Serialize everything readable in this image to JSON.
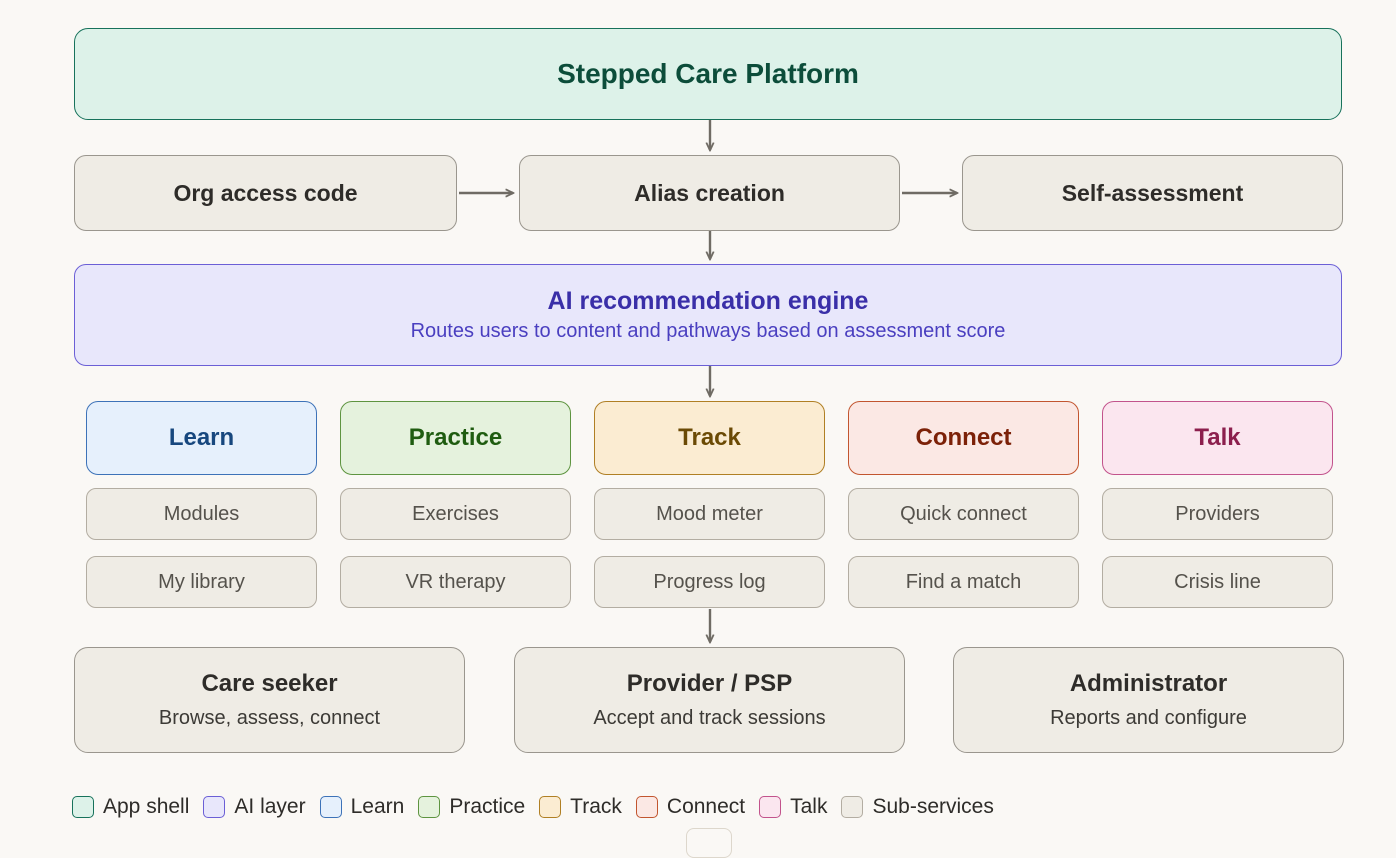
{
  "background": "#faf8f5",
  "app_shell": {
    "label": "Stepped Care Platform",
    "color": "#ddf2e9",
    "border": "#17725b",
    "text": "#0c4d3a"
  },
  "flow": [
    {
      "label": "Org access code"
    },
    {
      "label": "Alias creation"
    },
    {
      "label": "Self-assessment"
    }
  ],
  "ai_engine": {
    "title": "AI recommendation engine",
    "subtitle": "Routes users to content and pathways based on assessment score",
    "color": "#e8e7fb",
    "border": "#6b5fd6",
    "text": "#3a2fa8"
  },
  "categories": [
    {
      "label": "Learn",
      "color": "#e6f0fc",
      "border": "#3d72b8",
      "text": "#17477e",
      "services": [
        "Modules",
        "My library"
      ]
    },
    {
      "label": "Practice",
      "color": "#e5f2dd",
      "border": "#5e9440",
      "text": "#1f5c10",
      "services": [
        "Exercises",
        "VR therapy"
      ]
    },
    {
      "label": "Track",
      "color": "#fbecd2",
      "border": "#b07f24",
      "text": "#6b4a05",
      "services": [
        "Mood meter",
        "Progress log"
      ]
    },
    {
      "label": "Connect",
      "color": "#fbe8e4",
      "border": "#c2552f",
      "text": "#7c2108",
      "services": [
        "Quick connect",
        "Find a match"
      ]
    },
    {
      "label": "Talk",
      "color": "#fbe6ef",
      "border": "#c2538c",
      "text": "#8c1f4d",
      "services": [
        "Providers",
        "Crisis line"
      ]
    }
  ],
  "roles": [
    {
      "title": "Care seeker",
      "subtitle": "Browse, assess, connect"
    },
    {
      "title": "Provider / PSP",
      "subtitle": "Accept and track sessions"
    },
    {
      "title": "Administrator",
      "subtitle": "Reports and configure"
    }
  ],
  "legend": [
    {
      "label": "App shell",
      "color": "#ddf2e9",
      "border": "#17725b"
    },
    {
      "label": "AI layer",
      "color": "#e8e7fb",
      "border": "#6b5fd6"
    },
    {
      "label": "Learn",
      "color": "#e6f0fc",
      "border": "#3d72b8"
    },
    {
      "label": "Practice",
      "color": "#e5f2dd",
      "border": "#5e9440"
    },
    {
      "label": "Track",
      "color": "#fbecd2",
      "border": "#b07f24"
    },
    {
      "label": "Connect",
      "color": "#fbe8e4",
      "border": "#c2552f"
    },
    {
      "label": "Talk",
      "color": "#fbe6ef",
      "border": "#c2538c"
    },
    {
      "label": "Sub-services",
      "color": "#efece5",
      "border": "#b3ada2"
    }
  ],
  "arrow_color": "#6f6b64"
}
